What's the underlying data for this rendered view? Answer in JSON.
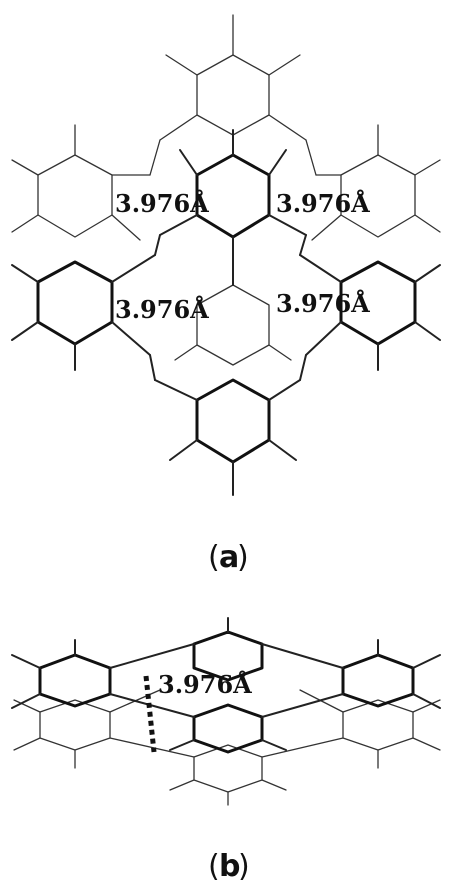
{
  "panel_a": {
    "label_open": "(",
    "label_letter": "a",
    "label_close": ")",
    "distances": [
      "3.976Å",
      "3.976Å",
      "3.976Å",
      "3.976Å"
    ]
  },
  "panel_b": {
    "label_open": "(",
    "label_letter": "b",
    "label_close": ")",
    "distances": [
      "3.976Å"
    ]
  }
}
